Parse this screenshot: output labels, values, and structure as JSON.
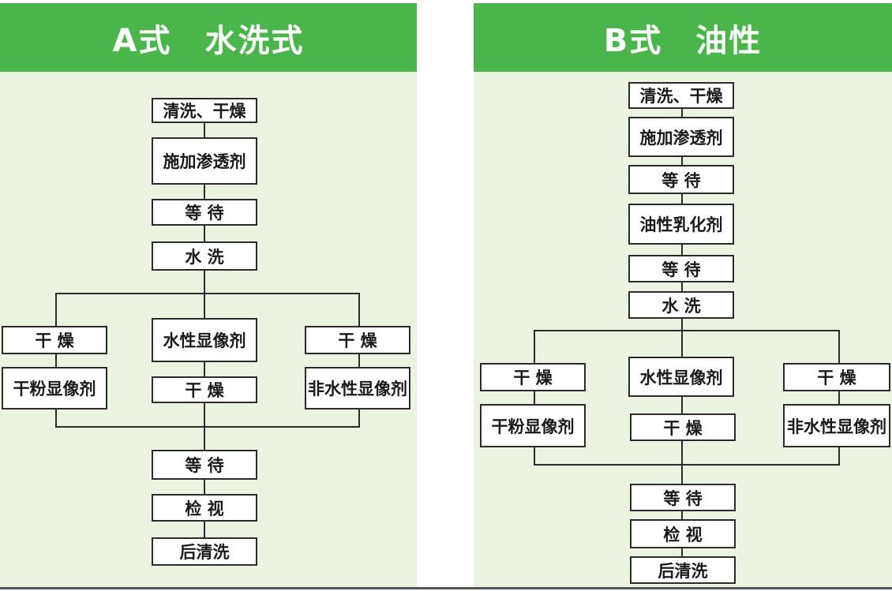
{
  "panel_a": {
    "title": "A式　水洗式",
    "steps": {
      "clean_dry": "清洗、干燥",
      "apply_penetrant": "施加渗透剂",
      "wait1": "等 待",
      "water_wash": "水 洗",
      "left_dry": "干 燥",
      "left_dev": "干粉显像剂",
      "mid_dev": "水性显像剂",
      "mid_dry": "干 燥",
      "right_dry": "干 燥",
      "right_dev": "非水性显像剂",
      "wait2": "等 待",
      "inspect": "检 视",
      "post_clean": "后清洗"
    }
  },
  "panel_b": {
    "title": "B式　油性",
    "steps": {
      "clean_dry": "清洗、干燥",
      "apply_penetrant": "施加渗透剂",
      "wait1": "等 待",
      "emulsifier": "油性乳化剂",
      "wait2": "等 待",
      "water_wash": "水 洗",
      "left_dry": "干 燥",
      "left_dev": "干粉显像剂",
      "mid_dev": "水性显像剂",
      "mid_dry": "干 燥",
      "right_dry": "干 燥",
      "right_dev": "非水性显像剂",
      "wait3": "等 待",
      "inspect": "检 视",
      "post_clean": "后清洗"
    }
  },
  "colors": {
    "header": "#4ab54a",
    "panel_bg": "#ebf4e1",
    "box_border": "#2b2b2b"
  }
}
